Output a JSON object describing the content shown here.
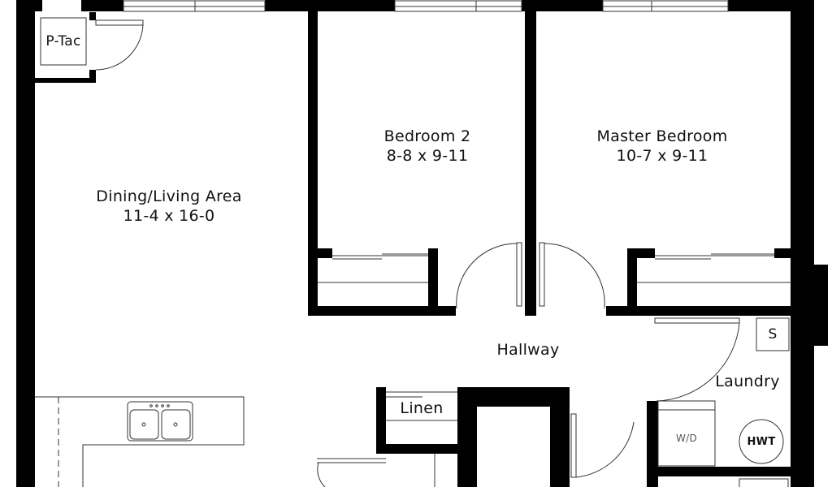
{
  "floorplan": {
    "rooms": [
      {
        "id": "dining-living",
        "name": "Dining/Living Area",
        "dims": "11-4 x 16-0"
      },
      {
        "id": "bedroom-2",
        "name": "Bedroom 2",
        "dims": "8-8 x 9-11"
      },
      {
        "id": "master-bedroom",
        "name": "Master Bedroom",
        "dims": "10-7 x 9-11"
      },
      {
        "id": "hallway",
        "name": "Hallway"
      },
      {
        "id": "laundry",
        "name": "Laundry"
      },
      {
        "id": "linen",
        "name": "Linen"
      }
    ],
    "fixtures": {
      "ptac": "P-Tac",
      "sink_label": "S",
      "washer_dryer": "W/D",
      "hot_water_tank": "HWT"
    },
    "colors": {
      "wall": "#000000",
      "background": "#ffffff",
      "line": "#333333"
    }
  }
}
